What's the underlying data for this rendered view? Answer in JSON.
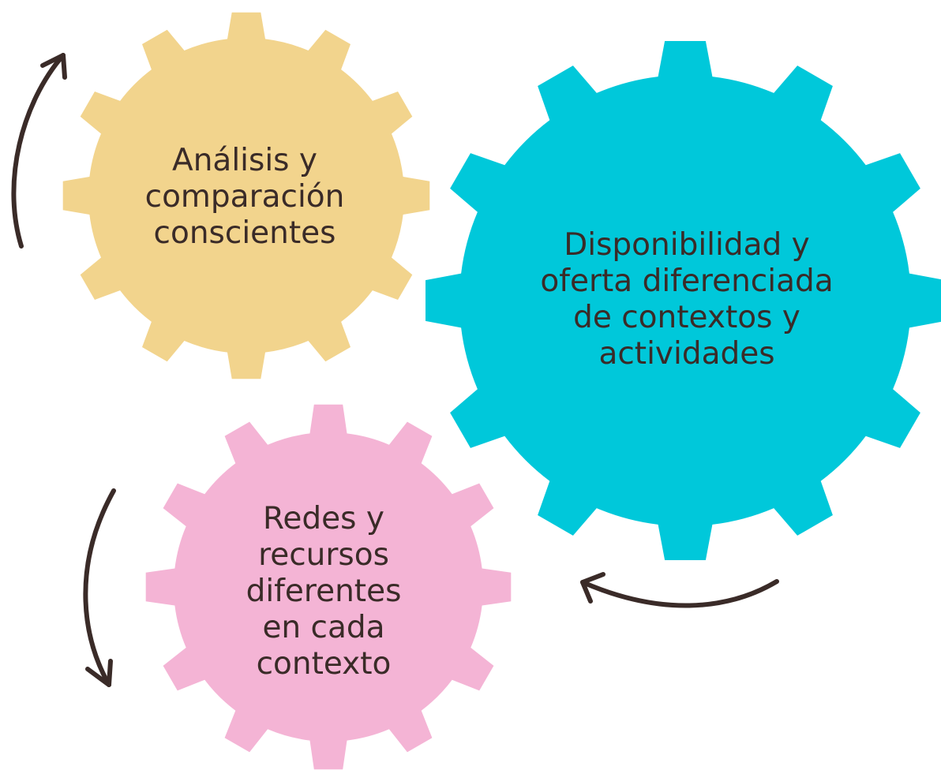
{
  "gears": [
    {
      "id": "yellow",
      "color": "#F2D48D",
      "teeth": 12,
      "lines": [
        "Análisis y",
        "comparación",
        "conscientes"
      ]
    },
    {
      "id": "cyan",
      "color": "#00C8DA",
      "teeth": 12,
      "lines": [
        "Disponibilidad y",
        "oferta diferenciada",
        "de contextos y",
        "actividades"
      ]
    },
    {
      "id": "pink",
      "color": "#F4B4D5",
      "teeth": 12,
      "lines": [
        "Redes y",
        "recursos",
        "diferentes",
        "en cada",
        "contexto"
      ]
    }
  ],
  "arrows": [
    {
      "id": "upper-left",
      "direction": "up"
    },
    {
      "id": "lower-left",
      "direction": "down"
    },
    {
      "id": "right",
      "direction": "left"
    }
  ],
  "colors": {
    "text": "#3A2B28",
    "arrow": "#3A2B28",
    "background": "#FFFFFF"
  }
}
